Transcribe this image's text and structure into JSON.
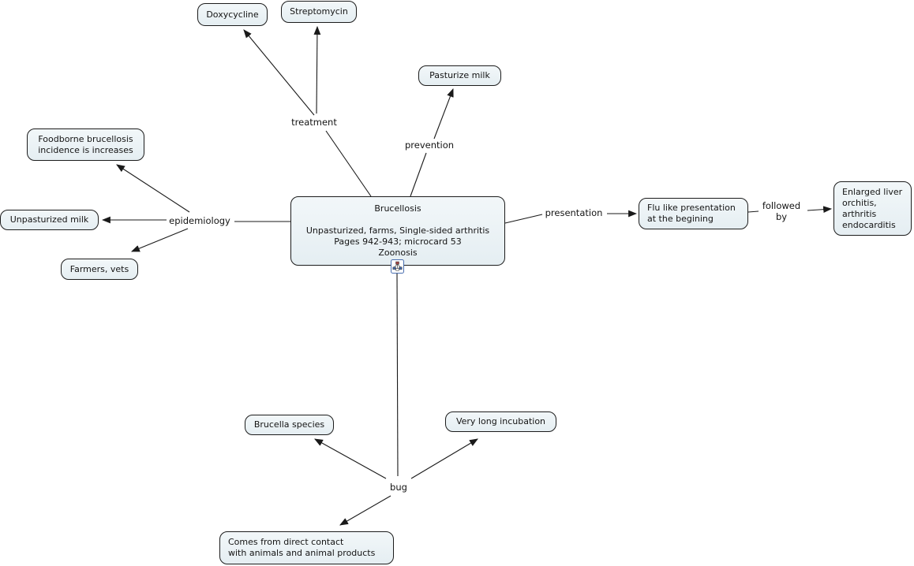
{
  "theme": {
    "node_fill_top": "#f2f7f9",
    "node_fill_bottom": "#e5eef2",
    "node_border": "#1c1c1c",
    "line_color": "#1a1a1a",
    "text_color": "#141414",
    "icon_border": "#4a6fb0",
    "canvas_bg": "#ffffff"
  },
  "concept_map": {
    "central": {
      "label": "Brucellosis\n\nUnpasturized, farms, Single-sided arthritis\nPages 942-943; microcard 53\nZoonosis"
    },
    "nodes": {
      "doxycycline": "Doxycycline",
      "streptomycin": "Streptomycin",
      "pasturize_milk": "Pasturize milk",
      "foodborne": "Foodborne brucellosis\nincidence is increases",
      "unpasturized_milk": "Unpasturized milk",
      "farmers_vets": "Farmers, vets",
      "flu_like": "Flu like presentation\nat the begining",
      "enlarged_liver": "Enlarged liver\norchitis,\narthritis\nendocarditis",
      "brucella_species": "Brucella species",
      "very_long_incubation": "Very long incubation",
      "direct_contact": "Comes from direct contact\nwith animals and animal products"
    },
    "link_labels": {
      "treatment": "treatment",
      "prevention": "prevention",
      "epidemiology": "epidemiology",
      "presentation": "presentation",
      "followed_by": "followed\nby",
      "bug": "bug"
    },
    "edges": [
      {
        "from": "Brucellosis",
        "label": "treatment",
        "to": [
          "Doxycycline",
          "Streptomycin"
        ]
      },
      {
        "from": "Brucellosis",
        "label": "prevention",
        "to": [
          "Pasturize milk"
        ]
      },
      {
        "from": "Brucellosis",
        "label": "epidemiology",
        "to": [
          "Foodborne brucellosis incidence is increases",
          "Unpasturized milk",
          "Farmers, vets"
        ]
      },
      {
        "from": "Brucellosis",
        "label": "presentation",
        "to": [
          "Flu like presentation at the begining"
        ]
      },
      {
        "from": "Flu like presentation at the begining",
        "label": "followed by",
        "to": [
          "Enlarged liver orchitis, arthritis endocarditis"
        ]
      },
      {
        "from": "Brucellosis",
        "label": "bug",
        "to": [
          "Brucella species",
          "Very long incubation",
          "Comes from direct contact with animals and animal products"
        ]
      }
    ],
    "icons": {
      "linked_resources": "concept-map-resource-icon"
    }
  }
}
